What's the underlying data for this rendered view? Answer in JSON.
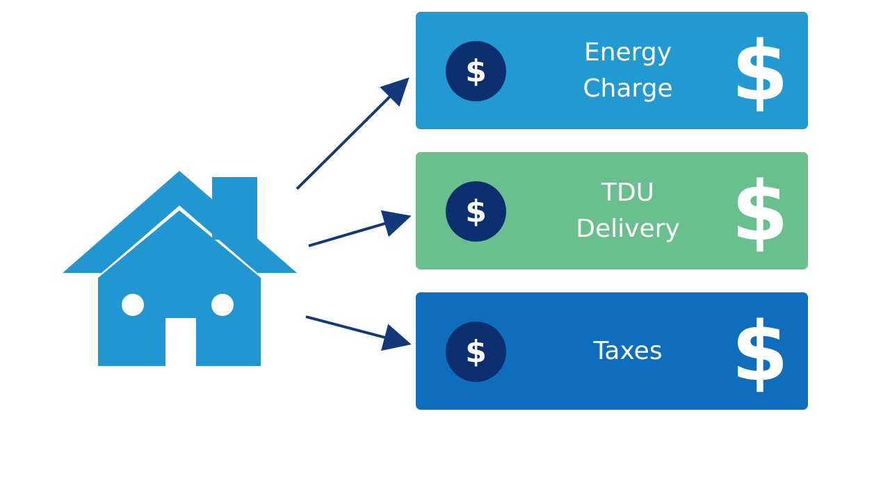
{
  "colors": {
    "house": "#2196D0",
    "arrow": "#14397A",
    "coin": "#0B2F6E",
    "background": "#FFFFFF"
  },
  "cards": [
    {
      "lines": [
        "Energy",
        "Charge"
      ],
      "color": "#2299D1",
      "coin_symbol": "$",
      "big_symbol": "$",
      "icon": "dollar-coin-icon"
    },
    {
      "lines": [
        "TDU",
        "Delivery"
      ],
      "color": "#69BF8E",
      "coin_symbol": "$",
      "big_symbol": "$",
      "icon": "dollar-coin-icon"
    },
    {
      "lines": [
        "Taxes"
      ],
      "color": "#0E6EBD",
      "coin_symbol": "$",
      "big_symbol": "$",
      "icon": "dollar-coin-icon"
    }
  ]
}
